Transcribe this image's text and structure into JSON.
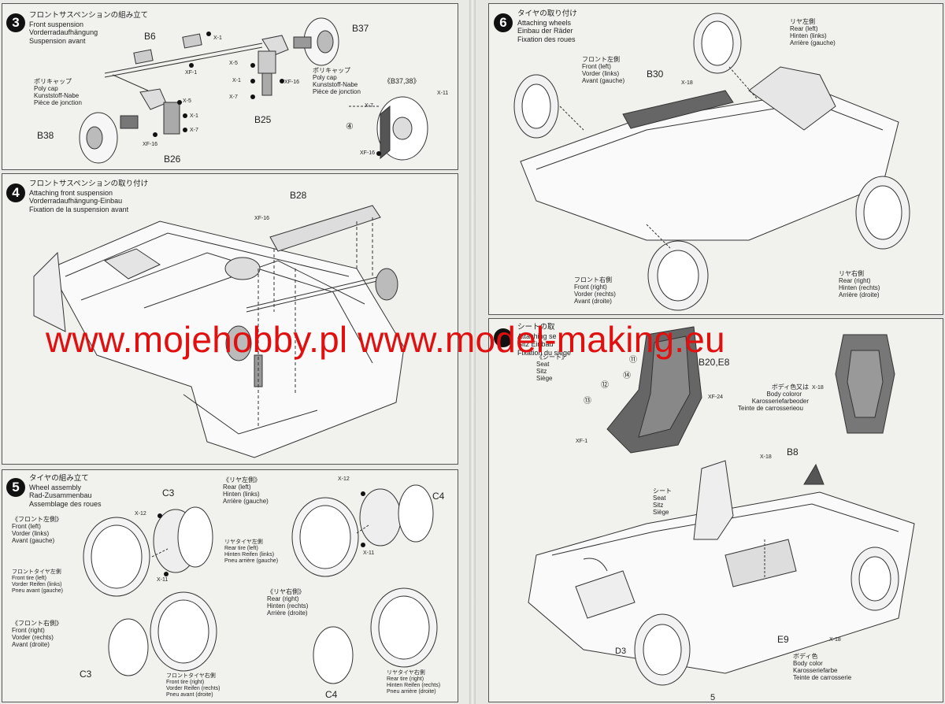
{
  "step3": {
    "num": "3",
    "title_jp": "フロントサスペンションの組み立て",
    "title_en": "Front suspension",
    "title_de": "Vorderradaufhängung",
    "title_fr": "Suspension avant",
    "parts": {
      "b6": "B6",
      "b37": "B37",
      "b38": "B38",
      "b25": "B25",
      "b26": "B26",
      "b3738": "《B37,38》"
    },
    "hw": {
      "x1": "X-1",
      "x5": "X-5",
      "x7": "X-7",
      "xf1": "XF-1",
      "xf16": "XF-16",
      "x11": "X-11"
    },
    "polycap_left": {
      "jp": "ポリキャップ",
      "en": "Poly cap",
      "de": "Kunststoff-Nabe",
      "fr": "Pièce de jonction"
    },
    "polycap_right": {
      "jp": "ポリキャップ",
      "en": "Poly cap",
      "de": "Kunststoff-Nabe",
      "fr": "Pièce de jonction"
    },
    "circled4": "④"
  },
  "step4": {
    "num": "4",
    "title_jp": "フロントサスペンションの取り付け",
    "title_en": "Attaching front suspension",
    "title_de": "Vorderradaufhängung-Einbau",
    "title_fr": "Fixation de la suspension avant",
    "b28": "B28",
    "xf16": "XF-16"
  },
  "step5": {
    "num": "5",
    "title_jp": "タイヤの組み立て",
    "title_en": "Wheel assembly",
    "title_de": "Rad-Zusammenbau",
    "title_fr": "Assemblage des roues",
    "front_left": {
      "jp": "《フロント左側》",
      "en": "Front (left)",
      "de": "Vorder (links)",
      "fr": "Avant (gauche)"
    },
    "rear_left": {
      "jp": "《リヤ左側》",
      "en": "Rear (left)",
      "de": "Hinten (links)",
      "fr": "Arrière (gauche)"
    },
    "rear_right": {
      "jp": "《リヤ右側》",
      "en": "Rear (right)",
      "de": "Hinten (rechts)",
      "fr": "Arrière (droite)"
    },
    "front_right": {
      "jp": "《フロント右側》",
      "en": "Front (right)",
      "de": "Vorder (rechts)",
      "fr": "Avant (droite)"
    },
    "ftire_left": {
      "jp": "フロントタイヤ左側",
      "en": "Front tire (left)",
      "de": "Vorder Reifen (links)",
      "fr": "Pneu avant (gauche)"
    },
    "rtire_left": {
      "jp": "リヤタイヤ左側",
      "en": "Rear tire (left)",
      "de": "Hinten Reifen (links)",
      "fr": "Pneu arrière (gauche)"
    },
    "ftire_right": {
      "jp": "フロントタイヤ右側",
      "en": "Front tire (right)",
      "de": "Vorder Reifen (rechts)",
      "fr": "Pneu avant (droite)"
    },
    "rtire_right": {
      "jp": "リヤタイヤ右側",
      "en": "Rear tire (right)",
      "de": "Hinten Reifen (rechts)",
      "fr": "Pneu arrière (droite)"
    },
    "c3": "C3",
    "c4": "C4",
    "x11": "X-11",
    "x12": "X-12"
  },
  "step6": {
    "num": "6",
    "title_jp": "タイヤの取り付け",
    "title_en": "Attaching wheels",
    "title_de": "Einbau der Räder",
    "title_fr": "Fixation des roues",
    "front_left": {
      "jp": "フロント左側",
      "en": "Front (left)",
      "de": "Vorder (links)",
      "fr": "Avant (gauche)"
    },
    "rear_left": {
      "jp": "リヤ左側",
      "en": "Rear (left)",
      "de": "Hinten (links)",
      "fr": "Arrière (gauche)"
    },
    "rear_right": {
      "jp": "リヤ右側",
      "en": "Rear (right)",
      "de": "Hinten (rechts)",
      "fr": "Arrière (droite)"
    },
    "front_right": {
      "jp": "フロント右側",
      "en": "Front (right)",
      "de": "Vorder (rechts)",
      "fr": "Avant (droite)"
    },
    "b30": "B30",
    "x18": "X-18"
  },
  "step7": {
    "title_jp": "シートの取",
    "title_en": "Attaching se",
    "title_de": "Sitz Einbau",
    "title_fr": "Fixation du siège",
    "seat_label": {
      "jp": "《シート》",
      "en": "Seat",
      "de": "Sitz",
      "fr": "Siège"
    },
    "seat_label2": {
      "jp": "シート",
      "en": "Seat",
      "de": "Sitz",
      "fr": "Siège"
    },
    "b20e8": "B20,E8",
    "body_color": {
      "jp": "ボディ色",
      "en": "Body color",
      "de": "Karosseriefarbe",
      "fr": "Teinte de carrosserie"
    },
    "or": {
      "jp": "又は",
      "en": "or",
      "de": "oder",
      "fr": "ou"
    },
    "body_color2": {
      "jp": "ボディ色",
      "en": "Body color",
      "de": "Karosseriefarbe",
      "fr": "Teinte de carrosserie"
    },
    "xf24": "XF-24",
    "xf1": "XF-1",
    "x18": "X-18",
    "c11": "⑪",
    "c12": "⑫",
    "c13": "⑬",
    "c14": "⑭",
    "b8": "B8",
    "e9": "E9",
    "d3": "D3"
  },
  "watermark": "www.mojehobby.pl www.model-making.eu",
  "page_number": "5"
}
